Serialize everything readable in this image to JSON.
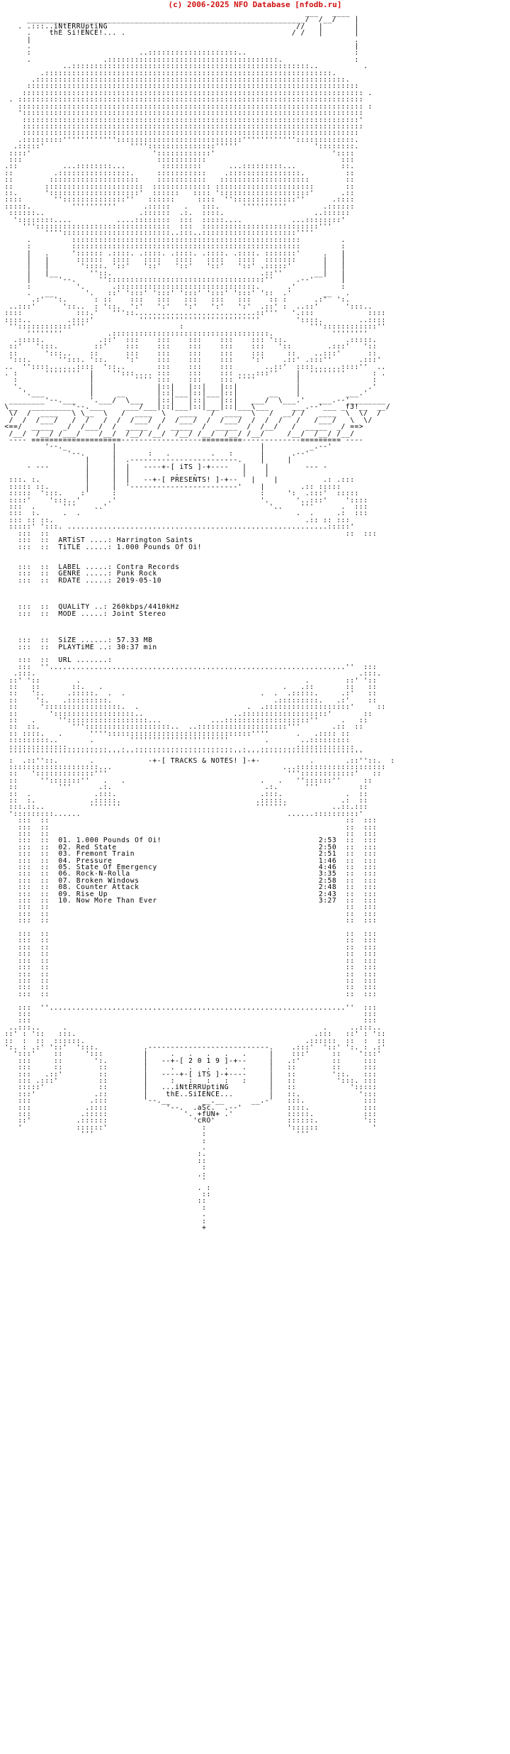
{
  "credit": "(c) 2006-2025 NFO Database [nfodb.ru]",
  "colors": {
    "credit": "#d01010",
    "text": "#000000",
    "background": "#ffffff"
  },
  "art": {
    "head": "                                                                    ___   ____\n      ______________________________________________________________/  /__/    |\n    . .:::..iNtERRUptiNG                                          //   |       |\n      .    thE Si!ENCE!... .                                     / /   |       |\n      |                                                                        .\n      .                                                                        |\n      :                        ..::::::::::::::::::::..                        :\n      .                .::::::::::::::::::::::::::::::::::::::.                :\n              ..:::::::::::::::::::::::::::::::::::::::::::::::::::::..          .\n         .::::::::::::::::::::::::::::::::::::::::::::::::::::::::::::::::.\n       .:::::::::::::::::::::::::::::::::::::::::::::::::::::::::::::::::::::.\n      ::::::::::::::::::::::::::::::::::::::::::::::::::::::::::::::::::::::::::\n     :::::::::::::::::::::::::::::::::::::::::::::::::::::::::::::::::::::::::::: .\n  . :::::::::::::::::::::::::::::::::::::::::::::::::::::::::::::::::::::::::::::\n    ::::::::::::::::::::::::::::::::::::::::::::::::::::::::::::::::::::::::::::: :\n    '::::::::::::::::::::::::::::::::::::::::::::::::::::::::::::::::::::::::::::\n     :::::::::::::::::::::::::::::::::::::::::::::::::::::::::::::::::::::::::::'\n     ::::::::::::::::::::::::::::::::::::::::::::::::::::::::::::::::::::::::::::\n     :::::::::::::::::::::::::::::::::::::::::::::::::::::::::::::::::::::::::::\n    .:::::::::''''''''''''::::::::::::::::::::::::::::'''''''''''':::::::::::::.\n   .:::::'                   '''':::::::::::::::'''''                 '::::::::.\n  ::::'                           '::::::::::::'                          '::::\n  :::                              :::::::::::                              :::\n .::          ...::::::::...        :::::::::      ...:::::::::...          ::.\n ::         .::::::::::::::::.     :::::::::::    .::::::::::::::::.         ::\n ::        ::::::::::::::::::::    :::::::::::   ::::::::::::::::::::        ::\n ::       ::::::::::::::::::::::  ::::::::::::: ::::::::::::::::::::::       ::\n ::.      '::::::::::::::::::::'  ::::::   :::: '::::::::::::::::::::'      .::\n ::::       ''::::::::::::::''   ::::::     ::::  ''::::::::::::::''      .::::\n :::::.         ''''''''''      .:::::   .   :::.     ''''''''''        .::::::\n  ::::::..                     .::::::  .:.  ::::.                    ..:::::: \n   '::::::::....          ....::::::::  :::  :::::....           ...::::::::'\n     '''::::::::::::::::::::::::::::::  :::  ::::::::::::::::::::::::::''' \n          ''''::::::::::::::::::::::::..:::..:::::::::::::::::::::''''\n      .         :::::::::::::::::::::::::::::::::::::::::::::::::::         .\n      :         :::::::::::::::::::::::::::::::::::::::::::::::::::         :\n      |   .     ':::::: .::::. .::::. .::::. .::::. .::::. :::::::'     .   |\n      |   |      ::::::  ::::   ::::   ::::   ::::   ::::  :::::::      |   |\n      |   |       '::::. '::'   '::'   '::'   '::'   '::' .:::::'       |   |\n      |   |__       ''::.                                 .::''       __|   |\n      |      '--.     '':::::::::::::::::::::::::::::::::::''     .--'      |\n      :          '.      .:::::::::::::::::::::::::::::::.      .'          :\n      .   __       '.   ::' ':::' ':::' ':::' ':::' ':::' '::  .'       __   .\n       .:'  ':.      : ::    :::   :::   :::   :::   :::    :: :      .:'  ':.\n  ..:::'      '::..  : '::.  ':'   ':'   ':'   ':'   ':'  .::' :  ..::'      ':::..\n ::::            :::.'   '''::...........................::'''   '.:::            ::::\n ::::..        .::::'          '''''''''''''''''''''''''''        '::::.        ..::::\n  ''::::::::::::'''                     :                            '''::::::::::::''\n      ''''''''          .:::::::::::::::::::::::::::::::::::.             ''''''''\n   .:::::.            .::'  :::    :::    :::    :::    ::: '::.             .:::::.\n  ::'   ':::.        ::'    :::    :::    :::    :::    :::   '::        .:::'   '::\n  ::      ':::..    ::      :::    :::    :::    :::    :::     ::    ..:::'      ::\n  ':::.      '':::. '::.    ':'    :::    :::    :::    ':'    .::' .:::''      .:::'\n ..  ''::::......::::  '::..       :::    :::    :::       ..::'  ::::......::::''  ..\n . :      ''''''''  |    '':::.... :::    :::    ::: ....:::''    |  ''''''''      : .\n   :                |         '''' :::    :::    ::: ''''         |                :\n   '.               |              |::|   |::|   |::|             |               .'\n     '.___          |     __       |::|___|::|___|::|       __    |          ___.'\n  ________'--.___   '.___/  \\___   |::|   |::|   |::|   ___/  \\___.'   ___.--'________\n \\__   _________'--.___     ___/___|::|___|::|___|::|___\\___     ___.--'___ _f3!__  __/\n  \\/  /  ____   \\ \\__  \\   /  ____  \\   ____   /  ____  \\   /  __/ /   ____  \\  \\/  /\n  /  /  /___/   /  /   /  /  /___/  /  /___/  /  /___/  /  /  /   /   /___/   \\  \\/\n <==/  _____  _/  /___/  /  _____  /  _____  /  _____  /  /__/   /  _____  _/ ==>\n  /__/  /__/ /___/    /__/  /__/ /__/  /__/ /__/  /__/ /__/     /__/  /__/ /__/\n  ---- ====================------------------=========-------------========= ----\n          '--._          |                                |          _.--'\n               '--.      |       :   .         .   :      |      .--'\n                   |     |  .------------------------.    |     |\n      - ---        |     |  |   ----+-[ iTS ]-+----   |    |        --- -\n                   |     |  |          .   .          |    |\n  :::. :.          |     |  |   --+-[ PRESENTS! ]-+--   |    |          .: .:::\n  ::::: ::.        |     |  '------------------------'    |        .:: :::::\n  :::::  ':::.    :'     :                                :     ':  .:::'  :::::\n  ::::'    ':::..'      .'                                '.      '..:::'    '::::\n  :::  .      '''    ..'                                    '..    '''      .  :::\n  :::  :.     .  .                                                .  .     .:  :::\n  ::: :: ::.                                                        .:: :: :::\n  :::::' ':::. ..........................................................:::::'\n",
    "rule": "    :::  ::------------------------------------------------------------------::  :::",
    "spacer": "    :::  ::                                                                  ::  :::",
    "art_mid_top": "    :::  ''..................................................................''  :::\n   .:::.                                                                        .:::.\n  ::' '::        .                                                  .        ::' '::\n  ::   ::       ::.   .                                        .   .::       ::   ::\n  ::   ':.     .:::::.  .  .                              .  .  .:::::.     .:'   ::\n  ::    ':.   .:::::::::.                                    .:::::::::.   .:'    ::\n  ::     ':::::::::::::::::.  .                        .  .:::::::::::::::::::'     ::\n  ::       '::::::::::::::::::..                    ..:::::::::::::::::::'       ::\n  ::   .     ''::::::::::::::::::...           ...:::::::::::::::::::''     .   ::\n  ::  ::.       ''':::::::::::::::::::..  ..::::::::::::::::::::'''       .::  ::\n  :: ::::.   .      ''''::::::::::::::::::::::::::::::::''''      .   .:::: ::\n  :::::::::..       .        ''''''''''''''''''''''        .       ..:::::::::\n  :::::::::::::.........   .  ......................  .   ........:::::::::::::\n  '''''''''''''''''''''''''''''''''''''''''''''''''''''''''''''''''''''''''''''''\n",
    "art_mid_bottom": "  ::::::::::::::::::::...                                      ...::::::::::::::::::::\n  ::   ':::::::::::::'''                                        '''::::::::::::'   ::\n  ::     '':::::::''   .   .                              .   .   ''::::::''     ::\n  ::         '''      .:.                                  .:.      '''         ::\n  ::  .              .:::.                                .:::.              .  ::\n  ::  :.            .:::::.                              .:::::.            .:  ::\n  :::.::..          '''''''                              '''''''          ..::.:::\n  ':::::::::......                                              ......::::::::::'\n",
    "foot": "    :::  ''..................................................................''  :::\n    :::                                                                          :::\n    :::                                                                          :::\n  ..:::..     .                                                         .     ..:::..\n ::' : '::   :::.                                                     .:::   ::' : '::\n ::  :  ::  ::::::.                                                 .::::::  ::  :  ::\n ':. : .:' '::'  ':::.          .---------------------------.    .:::'  '::' ':. : .:'\n   ':::'    ::     ':::         |     .   .   .   .   .     |    :::'     ::    ':::'\n    :::     ::       ':.        |   --+-[ 2 0 1 9 ]-+--     |   .:'       ::     :::\n    :::     ::        ::        |     .   .   .   .   .     |   ::        ::     :::\n    :::   .::'        ::        |   ----+-[ iTS ]-+----     |   ::        '::.   :::\n    ::: .:::'         ::        |     :   :   :   :   :     |   ::         ':::. :::\n    :::::'            ::        |   ...iNtERRUptiNG         |   ::            ':::::\n    :::'             .::        |    thE..SiIENCE...        |   ::.             ':::\n    :::             .:::        '--.__       __.__      __.-'   :::.             :::\n    :::            .::::             '--.  .aSc.  .--'          ::::.            :::\n    :::           .:::::                 '. +fUN+ .'            :::::.           :::\n    ::'          .::::::                   'cRO'                ::::::.          '::\n    '            ::::::'                     :                  '::::::            '\n                  '''                        :                    '''\n                                             :\n                                             .\n                                            :.\n                                            ::\n                                             :\n                                            .:\n                                             '\n                                            . :\n                                             ::\n                                            ::\n                                             :\n                                             .\n                                             :\n                                             +\n"
  },
  "release": {
    "fields": [
      {
        "label": "ARTiST ....:",
        "value": "Harrington Saints"
      },
      {
        "label": "TiTLE .....:",
        "value": "1.000 Pounds Of Oi!"
      },
      {
        "label": "LABEL .....:",
        "value": "Contra Records"
      },
      {
        "label": "GENRE .....:",
        "value": "Punk Rock"
      },
      {
        "label": "RDATE .....:",
        "value": "2019-05-10"
      },
      {
        "label": "QUALiTY ..:",
        "value": "260kbps/4410kHz"
      },
      {
        "label": "MODE .....:",
        "value": "Joint Stereo"
      },
      {
        "label": "SiZE ......:",
        "value": "57.33 MB"
      },
      {
        "label": "PLAYTiME ..:",
        "value": "30:37 min"
      },
      {
        "label": "URL .......:",
        "value": ""
      }
    ]
  },
  "tracks_header": "-+-[ TRACKS & NOTES! ]-+-",
  "tracks": [
    {
      "no": "01.",
      "title": "1.000 Pounds Of Oi!",
      "time": "2:53"
    },
    {
      "no": "02.",
      "title": "Red State",
      "time": "2:50"
    },
    {
      "no": "03.",
      "title": "Fremont Train",
      "time": "2:51"
    },
    {
      "no": "04.",
      "title": "Pressure",
      "time": "1:46"
    },
    {
      "no": "05.",
      "title": "State Of Emergency",
      "time": "4:46"
    },
    {
      "no": "06.",
      "title": "Rock-N-Rolla",
      "time": "3:35"
    },
    {
      "no": "07.",
      "title": "Broken Windows",
      "time": "2:58"
    },
    {
      "no": "08.",
      "title": "Counter Attack",
      "time": "2:48"
    },
    {
      "no": "09.",
      "title": "Rise Up",
      "time": "2:43"
    },
    {
      "no": "10.",
      "title": "Now More Than Ever",
      "time": "3:27"
    }
  ]
}
